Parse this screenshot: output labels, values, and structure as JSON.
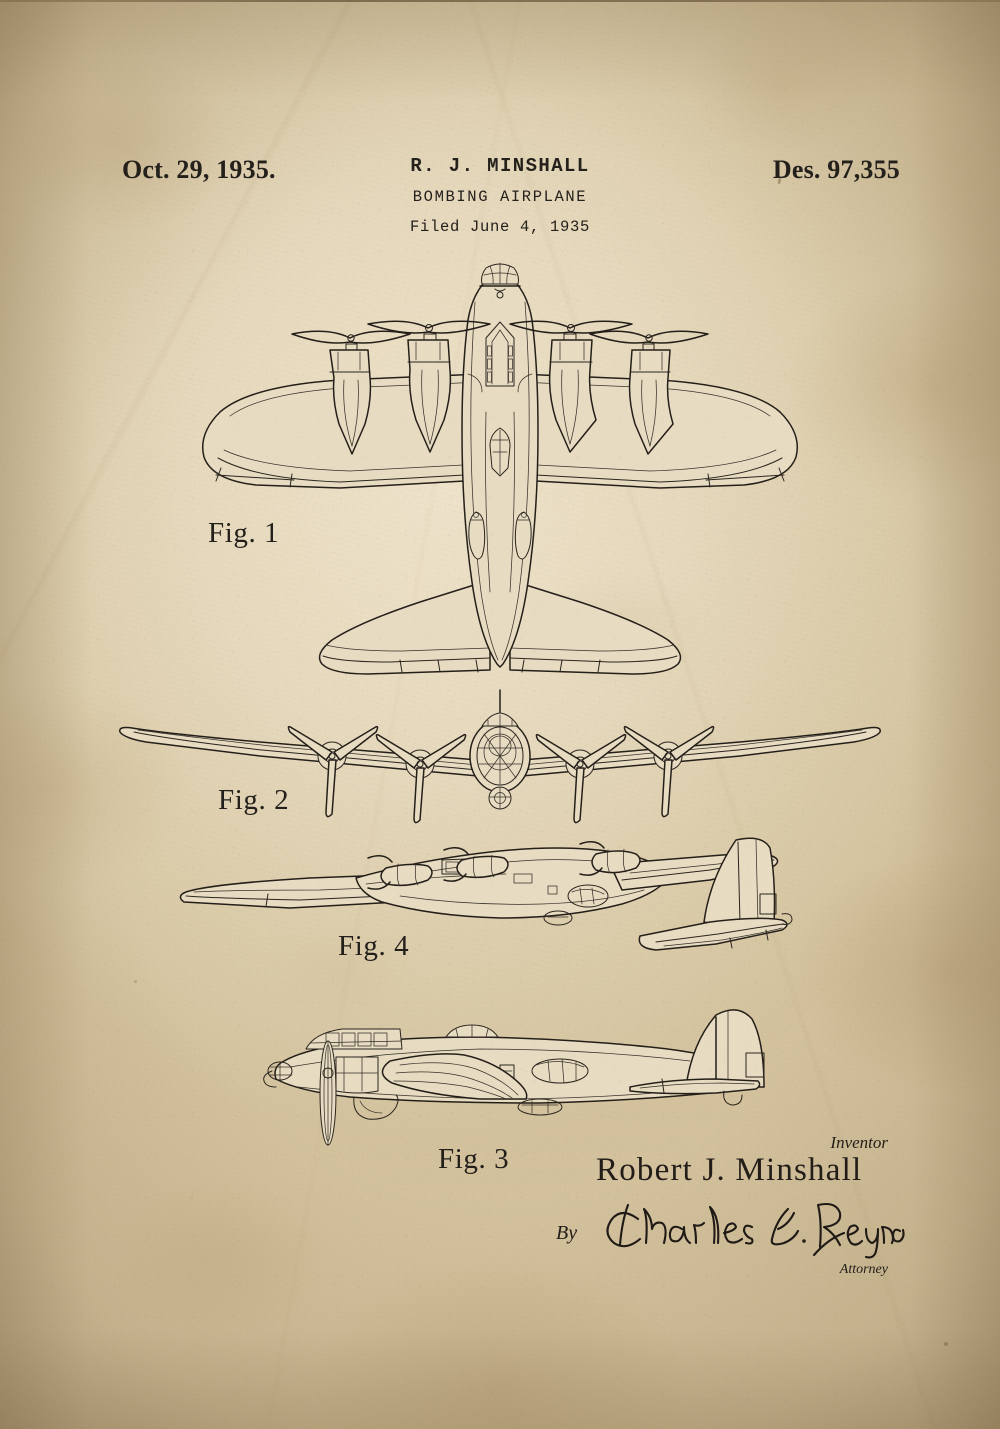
{
  "document": {
    "kind": "patent-drawing-sheet",
    "paper_color": "#e8dcc3",
    "ink_color": "#241f19"
  },
  "header": {
    "date": "Oct. 29, 1935.",
    "inventor_line": "R. J. MINSHALL",
    "title": "BOMBING AIRPLANE",
    "filed": "Filed June 4, 1935",
    "patent_number": "Des. 97,355"
  },
  "figures": [
    {
      "id": "fig1",
      "label": "Fig. 1",
      "view": "top plan view",
      "engine_count": 4,
      "propeller_blades": 2
    },
    {
      "id": "fig2",
      "label": "Fig. 2",
      "view": "front elevation",
      "engine_count": 4,
      "propeller_blades": 3
    },
    {
      "id": "fig4",
      "label": "Fig. 4",
      "view": "rear three-quarter perspective",
      "engine_count": 4
    },
    {
      "id": "fig3",
      "label": "Fig. 3",
      "view": "side elevation",
      "engine_count": 4
    }
  ],
  "signature": {
    "inventor_caption": "Inventor",
    "inventor_name": "Robert  J.  Minshall",
    "by_prefix": "By",
    "attorney_name": "Charles L. Reynolds",
    "attorney_caption": "Attorney"
  }
}
